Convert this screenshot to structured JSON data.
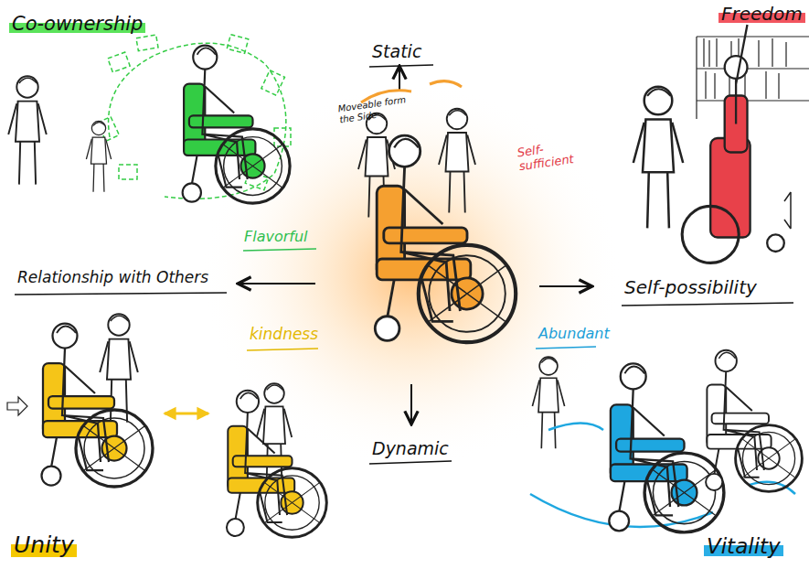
{
  "diagram": {
    "labels": [
      "Co-ownership",
      "Static",
      "Freedom",
      "Moveable form the Side",
      "Flavorful",
      "Self-sufficient",
      "Relationship with Others",
      "Self-possibility",
      "kindness",
      "Abundant",
      "Dynamic",
      "Unity",
      "Vitality"
    ]
  }
}
